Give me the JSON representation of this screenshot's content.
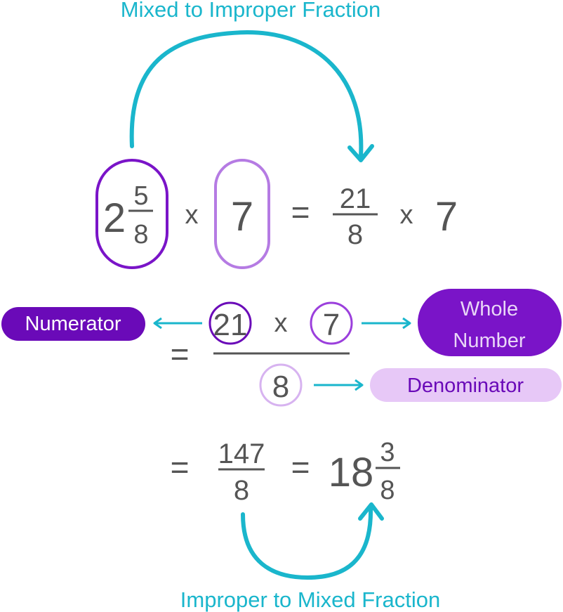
{
  "colors": {
    "teal": "#1ab6cc",
    "text": "#555555",
    "dark_purple": "#6a0ab8",
    "mid_purple": "#7a14c8",
    "light_purple": "#b57be3",
    "pale_purple": "#e7c8f7",
    "pill_text_dark": "#6a0ab8",
    "pill_text_light": "#ffffff"
  },
  "icons": {
    "top_arrow": "curved-arrow-icon",
    "bottom_arrow": "curved-arrow-icon",
    "small_arrows": "arrow-icon"
  },
  "top_caption": "Mixed to Improper Fraction",
  "bottom_caption": "Improper to Mixed Fraction",
  "step1": {
    "mixed_whole": "2",
    "mixed_num": "5",
    "mixed_den": "8",
    "times1": "x",
    "multiplier": "7",
    "equals": "=",
    "improper_num": "21",
    "improper_den": "8",
    "times2": "x",
    "multiplier2": "7"
  },
  "step2": {
    "equals": "=",
    "num_a": "21",
    "times": "x",
    "num_b": "7",
    "den": "8",
    "label_numerator": "Numerator",
    "label_whole_number_line1": "Whole",
    "label_whole_number_line2": "Number",
    "label_denominator": "Denominator"
  },
  "step3": {
    "equals1": "=",
    "result_num": "147",
    "result_den": "8",
    "equals2": "=",
    "mixed_whole": "18",
    "mixed_num": "3",
    "mixed_den": "8"
  }
}
